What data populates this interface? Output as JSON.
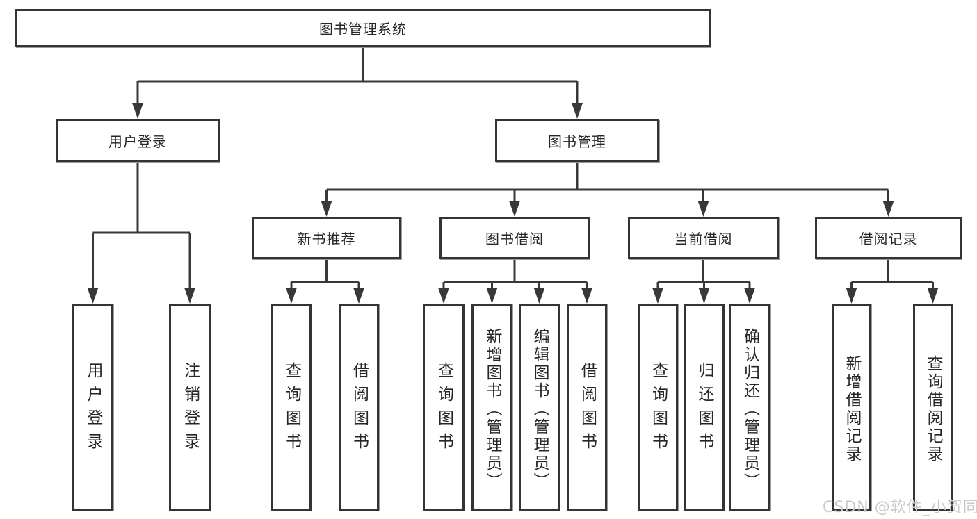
{
  "diagram": {
    "tree": {
      "label": "图书管理系统",
      "children": [
        {
          "label": "用户登录",
          "children": [
            {
              "label": "用户登录"
            },
            {
              "label": "注销登录"
            }
          ]
        },
        {
          "label": "图书管理",
          "children": [
            {
              "label": "新书推荐",
              "children": [
                {
                  "label": "查询图书"
                },
                {
                  "label": "借阅图书"
                }
              ]
            },
            {
              "label": "图书借阅",
              "children": [
                {
                  "label": "查询图书"
                },
                {
                  "label": "新增图书（管理员）"
                },
                {
                  "label": "编辑图书（管理员）"
                },
                {
                  "label": "借阅图书"
                }
              ]
            },
            {
              "label": "当前借阅",
              "children": [
                {
                  "label": "查询图书"
                },
                {
                  "label": "归还图书"
                },
                {
                  "label": "确认归还（管理员）"
                }
              ]
            },
            {
              "label": "借阅记录",
              "children": [
                {
                  "label": "新增借阅记录"
                },
                {
                  "label": "查询借阅记录"
                }
              ]
            }
          ]
        }
      ]
    },
    "colors": {
      "line": "#383838",
      "box_border": "#343434",
      "text": "#262626",
      "watermark": "#c9c9c9"
    }
  },
  "watermark": {
    "text": "CSDN @软件_小贺同学"
  }
}
